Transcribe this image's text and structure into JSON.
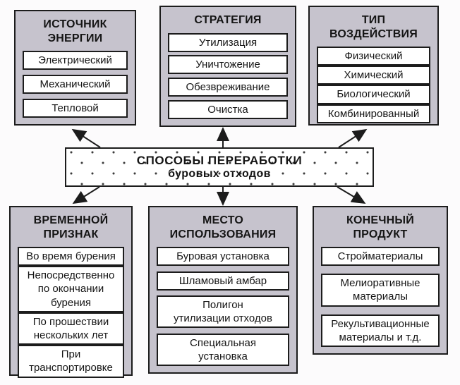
{
  "colors": {
    "page_bg": "#fcfbfc",
    "group_fill": "#c6c3cd",
    "group_border": "#1c1c1c",
    "item_fill": "#ffffff",
    "item_border": "#1c1c1c",
    "text": "#151515",
    "arrow": "#1c1c1c"
  },
  "center": {
    "line1": "СПОСОБЫ ПЕРЕРАБОТКИ",
    "line2": "буровых отходов"
  },
  "groups": [
    {
      "title": "ИСТОЧНИК\nЭНЕРГИИ",
      "items": [
        "Электрический",
        "Механический",
        "Тепловой"
      ]
    },
    {
      "title": "СТРАТЕГИЯ",
      "items": [
        "Утилизация",
        "Уничтожение",
        "Обезвреживание",
        "Очистка"
      ]
    },
    {
      "title": "ТИП ВОЗДЕЙСТВИЯ",
      "items": [
        "Физический",
        "Химический",
        "Биологический",
        "Комбинированный"
      ]
    },
    {
      "title": "ВРЕМЕННОЙ\nПРИЗНАК",
      "items": [
        "Во время бурения",
        "Непосредственно\nпо окончании\nбурения",
        "По прошествии\nнескольких лет",
        "При\nтранспортировке"
      ]
    },
    {
      "title": "МЕСТО\nИСПОЛЬЗОВАНИЯ",
      "items": [
        "Буровая установка",
        "Шламовый амбар",
        "Полигон\nутилизации отходов",
        "Специальная\nустановка"
      ]
    },
    {
      "title": "КОНЕЧНЫЙ\nПРОДУКТ",
      "items": [
        "Стройматериалы",
        "Мелиоративные\nматериалы",
        "Рекультивационные\nматериалы и т.д."
      ]
    }
  ]
}
